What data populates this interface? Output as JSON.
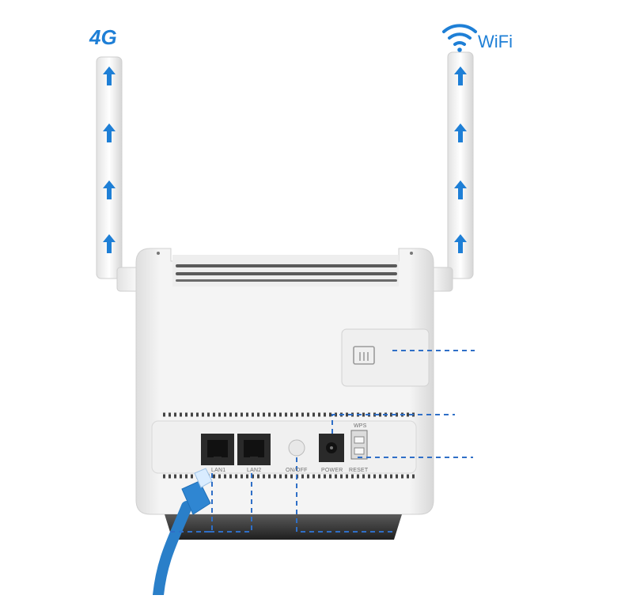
{
  "antennas": {
    "left_label": "4G",
    "right_label": "WiFi"
  },
  "ports": {
    "lan1": "LAN1",
    "lan2": "LAN2",
    "on_off": "ON/OFF",
    "power": "POWER",
    "wps": "WPS",
    "reset": "RESET"
  },
  "icons": {
    "arrow": "arrow-up-icon",
    "wifi": "wifi-signal-icon",
    "sim": "sim-card-icon"
  },
  "colors": {
    "accent": "#1e7fd6",
    "cable": "#2a7fc9",
    "body": "#f3f3f3",
    "shadow": "#3a3a3a"
  }
}
